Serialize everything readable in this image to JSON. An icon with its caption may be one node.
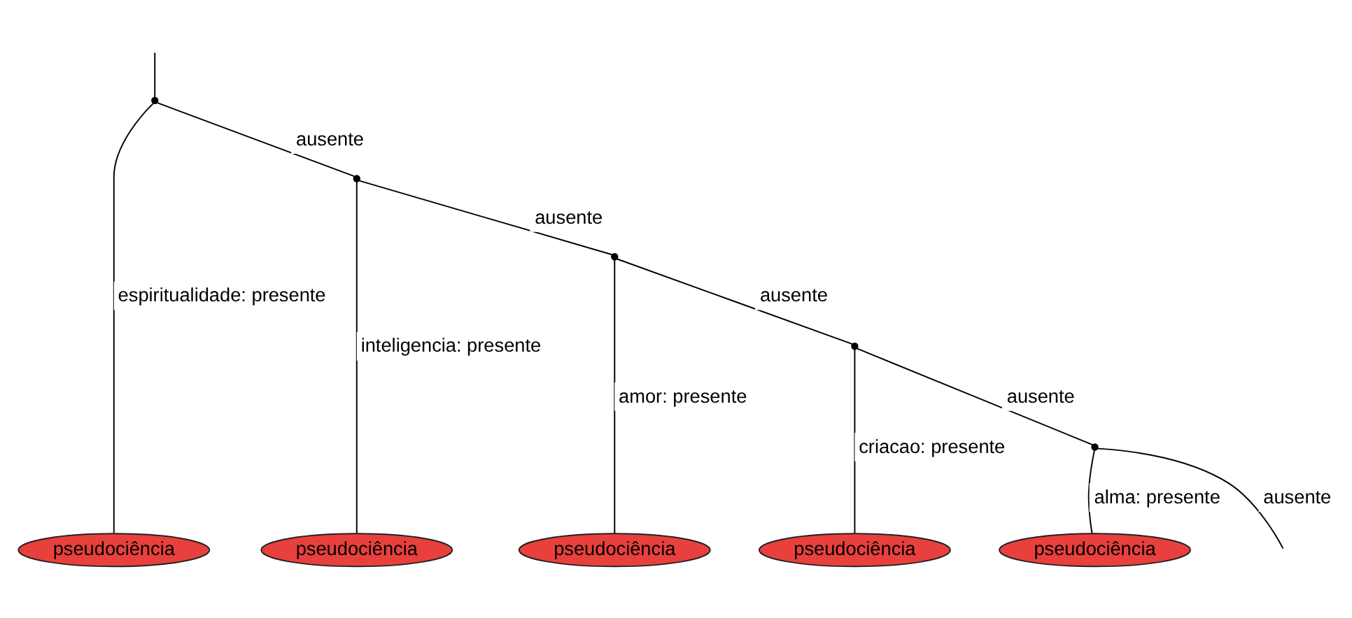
{
  "diagram": {
    "nodes": [
      {
        "text": [],
        "shape": "point"
      },
      {
        "text": [],
        "shape": "point"
      },
      {
        "text": [],
        "shape": "point"
      },
      {
        "text": [],
        "shape": "point"
      },
      {
        "text": [],
        "shape": "point"
      },
      {
        "text": [
          "pseudociência"
        ]
      },
      {
        "text": [
          "pseudociência"
        ]
      },
      {
        "text": [
          "pseudociência"
        ]
      },
      {
        "text": [
          "pseudociência"
        ]
      },
      {
        "text": [
          "pseudociência"
        ]
      }
    ],
    "edges": [
      {
        "from": null,
        "to": 0,
        "arrow": "none"
      },
      {
        "from": 0,
        "to": 5,
        "label": "espiritualidade: presente",
        "arrow": "none"
      },
      {
        "from": 0,
        "to": 1,
        "label": "ausente",
        "arrow": "none"
      },
      {
        "from": 1,
        "to": 6,
        "label": "inteligencia: presente",
        "arrow": "none"
      },
      {
        "from": 1,
        "to": 2,
        "label": "ausente",
        "arrow": "none"
      },
      {
        "from": 2,
        "to": 7,
        "label": "amor: presente",
        "arrow": "none"
      },
      {
        "from": 2,
        "to": 3,
        "label": "ausente",
        "arrow": "none"
      },
      {
        "from": 3,
        "to": 8,
        "label": "criacao: presente",
        "arrow": "none"
      },
      {
        "from": 3,
        "to": 4,
        "label": "ausente",
        "arrow": "none"
      },
      {
        "from": 4,
        "to": 9,
        "label": "alma: presente",
        "arrow": "none"
      },
      {
        "from": 4,
        "to": null,
        "label": "ausente",
        "arrow": "none"
      }
    ]
  }
}
